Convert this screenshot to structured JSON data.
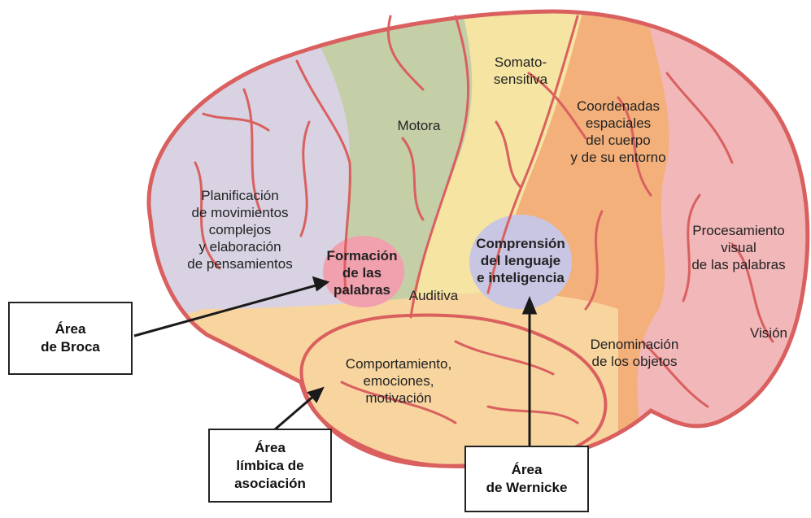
{
  "regions": {
    "motor": "Motora",
    "somatosensory": [
      "Somato-",
      "sensitiva"
    ],
    "spatial": [
      "Coordenadas",
      "espaciales",
      "del cuerpo",
      "y de su entorno"
    ],
    "planning": [
      "Planificación",
      "de movimientos",
      "complejos",
      "y elaboración",
      "de pensamientos"
    ],
    "word_formation": [
      "Formación",
      "de las",
      "palabras"
    ],
    "auditory": "Auditiva",
    "comprehension": [
      "Comprensión",
      "del lenguaje",
      "e inteligencia"
    ],
    "visual_words": [
      "Procesamiento",
      "visual",
      "de las palabras"
    ],
    "vision": "Visión",
    "naming": [
      "Denominación",
      "de los objetos"
    ],
    "limbic": [
      "Comportamiento,",
      "emociones,",
      "motivación"
    ]
  },
  "callouts": {
    "broca": [
      "Área",
      "de Broca"
    ],
    "limbic_assoc": [
      "Área",
      "límbica de",
      "asociación"
    ],
    "wernicke": [
      "Área",
      "de Wernicke"
    ]
  },
  "colors": {
    "brain_outline": "#d9605f",
    "prefrontal": "#d8d2e2",
    "motor": "#c4cfa8",
    "somatosensory": "#f6e4a3",
    "parietal": "#f3b07a",
    "occipital": "#f2b7b9",
    "temporal": "#f8d59f",
    "broca": "#f1a0ad",
    "wernicke": "#c9c6e3"
  }
}
